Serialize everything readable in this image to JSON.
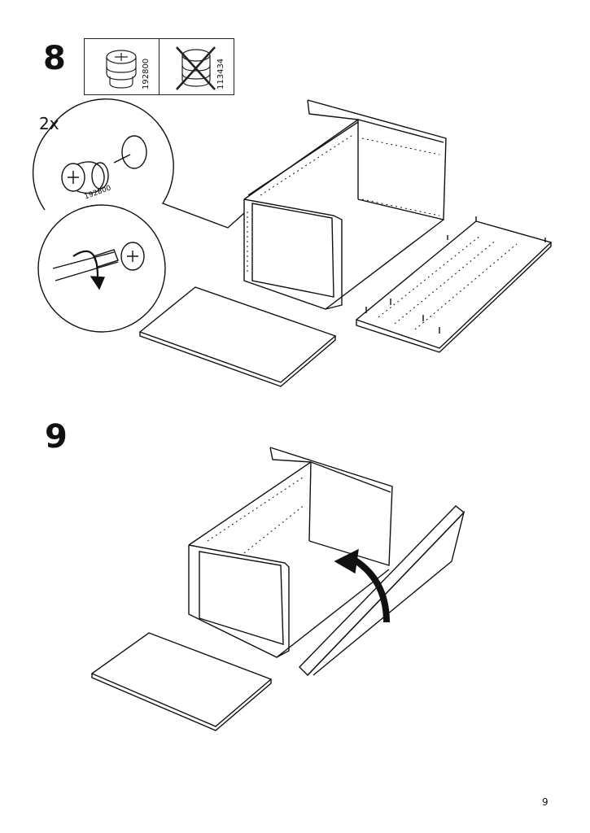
{
  "steps": [
    {
      "number": "8",
      "quantity": "2x",
      "parts": [
        {
          "id": "192800",
          "status": "use"
        },
        {
          "id": "113434",
          "status": "do-not-use"
        }
      ],
      "detail_part_label": "192800"
    },
    {
      "number": "9"
    }
  ],
  "page_number": "9"
}
